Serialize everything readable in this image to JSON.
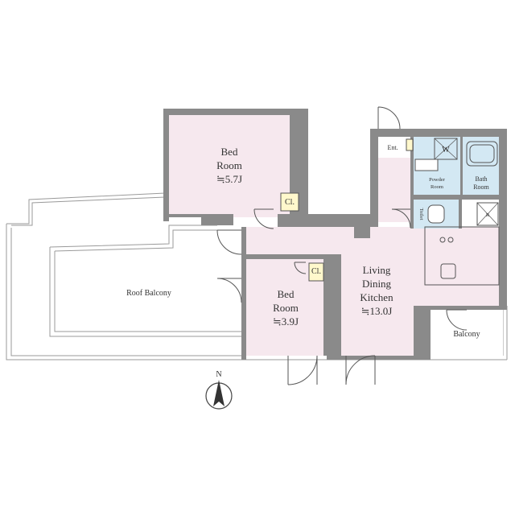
{
  "colors": {
    "wall": "#8a8a8a",
    "wall_dark": "#777777",
    "room": "#f6e8ee",
    "wet": "#d3e8f3",
    "balcony_line": "#9a9a9a",
    "door": "#555555",
    "text": "#333333"
  },
  "rooms": {
    "bedroom1": {
      "line1": "Bed",
      "line2": "Room",
      "size": "≒5.7J"
    },
    "bedroom2": {
      "line1": "Bed",
      "line2": "Room",
      "size": "≒3.9J"
    },
    "ldk": {
      "line1": "Living",
      "line2": "Dining",
      "line3": "Kitchen",
      "size": "≒13.0J"
    },
    "closet1": "Cl.",
    "closet2": "Cl.",
    "entrance": "Ent.",
    "washer": "W",
    "powder_room": {
      "line1": "Powder",
      "line2": "Room"
    },
    "bath_room": {
      "line1": "Bath",
      "line2": "Room"
    },
    "toilet": "Toilet",
    "fridge": "R",
    "roof_balcony": "Roof  Balcony",
    "balcony": "Balcony"
  },
  "compass": {
    "label": "N"
  }
}
